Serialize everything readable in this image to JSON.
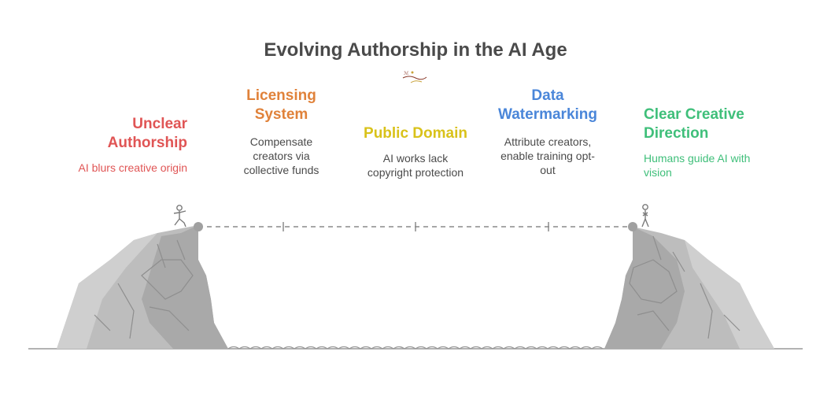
{
  "title": "Evolving Authorship in the AI Age",
  "colors": {
    "red": "#e05555",
    "orange": "#e0823a",
    "yellow": "#d9c21a",
    "blue": "#4a86d9",
    "green": "#3fbf7a",
    "rock": "#bdbdbd",
    "rock_dark": "#9a9a9a",
    "line": "#8a8a8a"
  },
  "logo": {
    "icon": "watermark-logo-icon"
  },
  "steps": [
    {
      "heading_lines": [
        "Unclear",
        "Authorship"
      ],
      "description": "AI blurs creative origin",
      "color": "red"
    },
    {
      "heading_lines": [
        "Licensing",
        "System"
      ],
      "description_lines": [
        "Compensate",
        "creators via",
        "collective funds"
      ],
      "color": "orange"
    },
    {
      "heading_lines": [
        "Public Domain"
      ],
      "description_lines": [
        "AI works lack",
        "copyright protection"
      ],
      "color": "yellow"
    },
    {
      "heading_lines": [
        "Data",
        "Watermarking"
      ],
      "description_lines": [
        "Attribute creators,",
        "enable training opt-",
        "out"
      ],
      "color": "blue"
    },
    {
      "heading_lines": [
        "Clear Creative",
        "Direction"
      ],
      "description_lines": [
        "Humans guide AI with",
        "vision"
      ],
      "color": "green"
    }
  ]
}
